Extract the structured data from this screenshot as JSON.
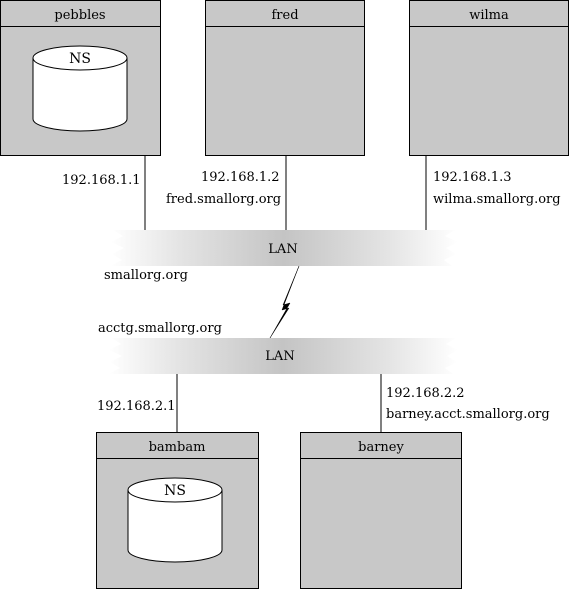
{
  "colors": {
    "host_fill": "#c8c8c8",
    "host_stroke": "#000000",
    "lan_band_light": "#ffffff",
    "lan_band_dark": "#c0c0c0",
    "background": "#ffffff"
  },
  "hosts": {
    "pebbles": {
      "title": "pebbles",
      "ns": "NS"
    },
    "fred": {
      "title": "fred"
    },
    "wilma": {
      "title": "wilma"
    },
    "bambam": {
      "title": "bambam",
      "ns": "NS"
    },
    "barney": {
      "title": "barney"
    }
  },
  "labels": {
    "pebbles_ip": "192.168.1.1",
    "fred_ip": "192.168.1.2",
    "fred_name": "fred.smallorg.org",
    "wilma_ip": "192.168.1.3",
    "wilma_name": "wilma.smallorg.org",
    "bambam_ip": "192.168.2.1",
    "barney_ip": "192.168.2.2",
    "barney_name": "barney.acct.smallorg.org"
  },
  "networks": {
    "top": {
      "label": "LAN",
      "domain": "smallorg.org"
    },
    "bottom": {
      "label": "LAN",
      "domain": "acctg.smallorg.org"
    }
  }
}
